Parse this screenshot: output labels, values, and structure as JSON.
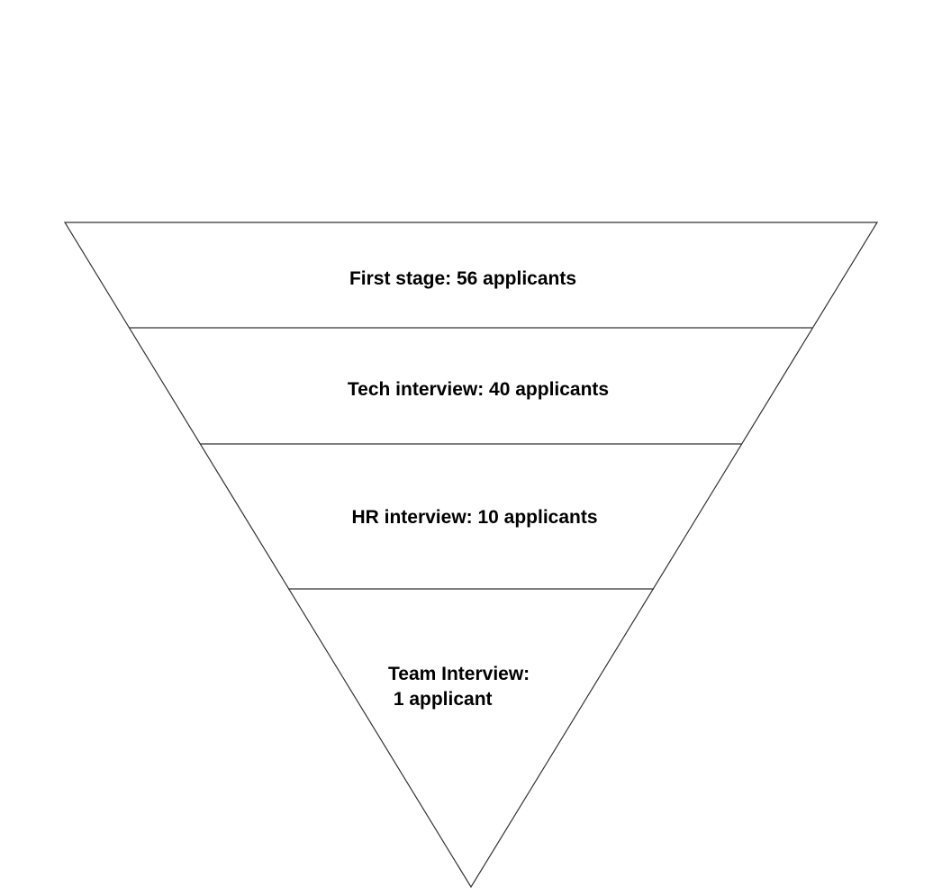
{
  "funnel": {
    "stages": [
      {
        "name": "first-stage",
        "lines": [
          "First stage: 56 applicants"
        ]
      },
      {
        "name": "tech-interview",
        "lines": [
          "Tech interview: 40 applicants"
        ]
      },
      {
        "name": "hr-interview",
        "lines": [
          "HR interview: 10 applicants"
        ]
      },
      {
        "name": "team-interview",
        "lines": [
          "Team Interview:",
          " 1 applicant"
        ]
      }
    ],
    "colors": {
      "stroke": "#333333",
      "fill": "#ffffff",
      "text": "#000000"
    }
  }
}
